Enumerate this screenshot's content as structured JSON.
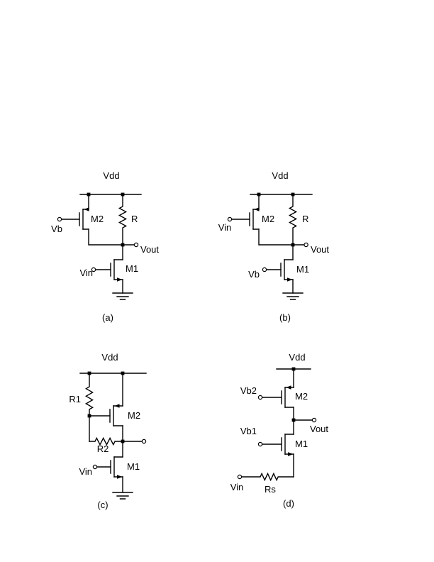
{
  "figure": {
    "background": "#ffffff",
    "circuits": {
      "a": {
        "caption": "(a)",
        "labels": {
          "vdd": "Vdd",
          "m2": "M2",
          "vb": "Vb",
          "r": "R",
          "vout": "Vout",
          "vin": "Vin",
          "m1": "M1"
        }
      },
      "b": {
        "caption": "(b)",
        "labels": {
          "vdd": "Vdd",
          "m2": "M2",
          "vin": "Vin",
          "r": "R",
          "vout": "Vout",
          "vb": "Vb",
          "m1": "M1"
        }
      },
      "c": {
        "caption": "(c)",
        "labels": {
          "vdd": "Vdd",
          "r1": "R1",
          "m2": "M2",
          "r2": "R2",
          "vin": "Vin",
          "m1": "M1"
        }
      },
      "d": {
        "caption": "(d)",
        "labels": {
          "vdd": "Vdd",
          "vb2": "Vb2",
          "m2": "M2",
          "vout": "Vout",
          "vb1": "Vb1",
          "m1": "M1",
          "vin": "Vin",
          "rs": "Rs"
        }
      }
    }
  }
}
